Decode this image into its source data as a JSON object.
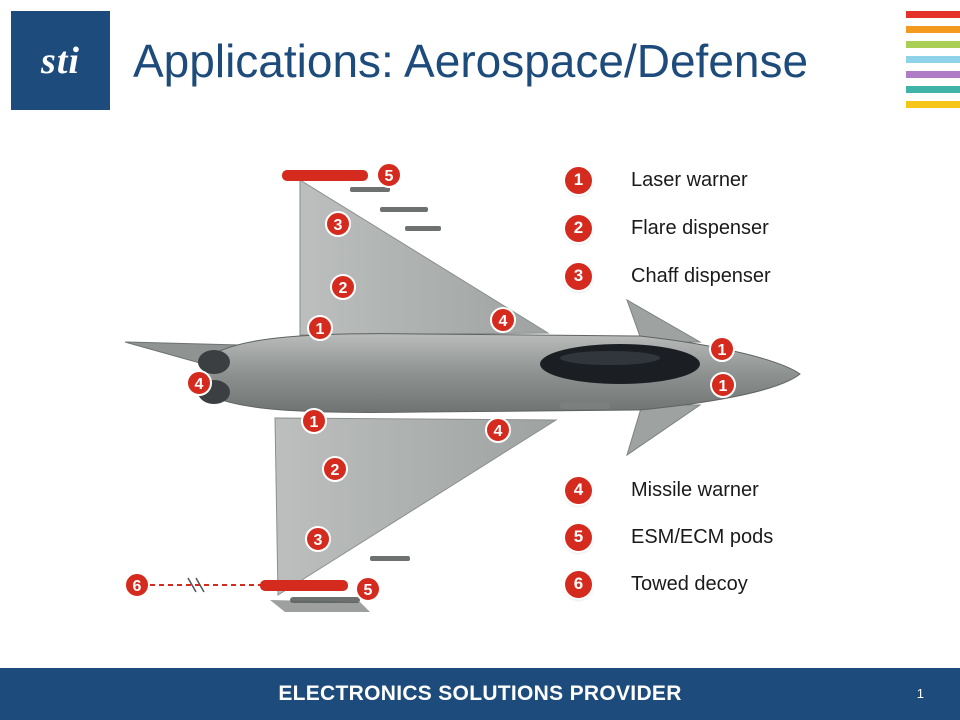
{
  "header": {
    "logo_text": "sti",
    "title": "Applications: Aerospace/Defense",
    "stripe_colors": [
      "#e5312b",
      "#f39a1e",
      "#a9cf54",
      "#8fd3ea",
      "#b07cc6",
      "#3fb3a8",
      "#f5c518"
    ]
  },
  "diagram": {
    "decoy_marker": "6",
    "markers": [
      {
        "num": "5"
      },
      {
        "num": "3"
      },
      {
        "num": "2"
      },
      {
        "num": "1"
      },
      {
        "num": "4"
      },
      {
        "num": "1"
      },
      {
        "num": "1"
      },
      {
        "num": "4"
      },
      {
        "num": "1"
      },
      {
        "num": "4"
      },
      {
        "num": "2"
      },
      {
        "num": "3"
      },
      {
        "num": "5"
      }
    ],
    "colors": {
      "badge": "#d42b1e",
      "airframe": "#a9adab",
      "canopy": "#1b1f24",
      "decoy_line": "#d42b1e"
    }
  },
  "legend": [
    {
      "num": "1",
      "label": "Laser warner"
    },
    {
      "num": "2",
      "label": "Flare dispenser"
    },
    {
      "num": "3",
      "label": "Chaff dispenser"
    },
    {
      "num": "4",
      "label": "Missile warner"
    },
    {
      "num": "5",
      "label": "ESM/ECM pods"
    },
    {
      "num": "6",
      "label": "Towed decoy"
    }
  ],
  "footer": {
    "text": "ELECTRONICS SOLUTIONS PROVIDER",
    "page_number": "1"
  }
}
